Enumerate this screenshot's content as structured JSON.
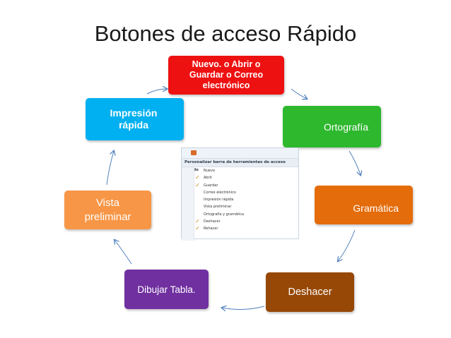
{
  "title": "Botones de acceso Rápido",
  "boxes": {
    "nuevo": {
      "label": "Nuevo. o Abrir o Guardar o Correo electrónico",
      "color": "#ee1111"
    },
    "ortografia": {
      "label": "Ortografía",
      "color": "#2eb82e"
    },
    "gramatica": {
      "label": "Gramática",
      "color": "#e46c0a"
    },
    "deshacer": {
      "label": "Deshacer",
      "color": "#974806"
    },
    "dibujar": {
      "label": "Dibujar Tabla.",
      "color": "#7030a0"
    },
    "vista": {
      "label": "Vista preliminar",
      "color": "#f79646"
    },
    "impresion": {
      "label": "Impresión rápida",
      "color": "#00b0f0"
    }
  },
  "menu": {
    "header": "Personalizar barra de herramientas de acceso rápido",
    "items": [
      {
        "label": "Nuevo",
        "checked": false
      },
      {
        "label": "Abrir",
        "checked": true
      },
      {
        "label": "Guardar",
        "checked": true
      },
      {
        "label": "Correo electrónico",
        "checked": false
      },
      {
        "label": "Impresión rápida",
        "checked": false
      },
      {
        "label": "Vista preliminar",
        "checked": false
      },
      {
        "label": "Ortografía y gramática",
        "checked": false
      },
      {
        "label": "Deshacer",
        "checked": true
      },
      {
        "label": "Rehacer",
        "checked": true
      }
    ]
  },
  "arrow_color": "#4f81bd"
}
